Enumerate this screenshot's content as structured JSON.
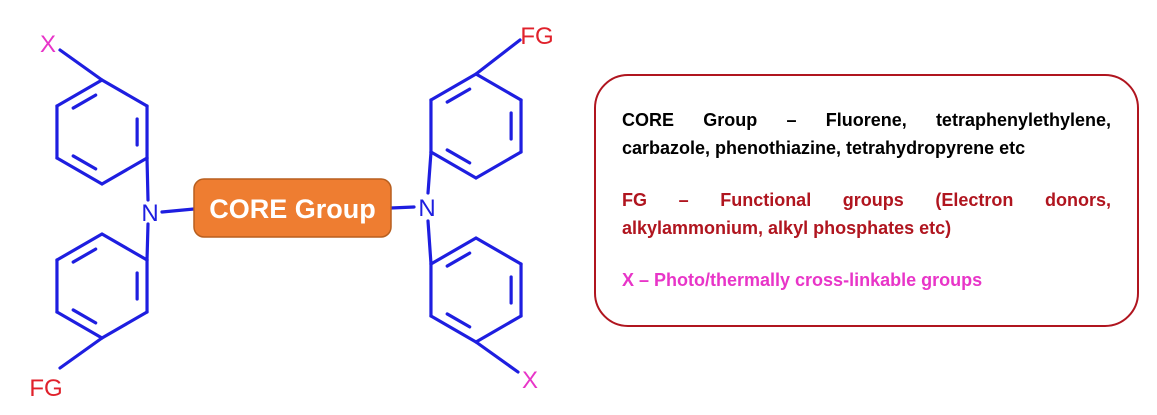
{
  "colors": {
    "bond": "#1e1ee0",
    "x_label": "#e835c8",
    "fg_label": "#e0212b",
    "core_fill": "#ee7d31",
    "core_stroke": "#b85f1f",
    "legend_border": "#b0151f",
    "legend_core_text": "#000000",
    "legend_fg_text": "#b0151f",
    "legend_x_text": "#e835c8"
  },
  "molecule": {
    "core_label": "CORE Group",
    "left_nitrogen": "N",
    "right_nitrogen": "N",
    "top_left_substituent": "X",
    "bottom_left_substituent": "FG",
    "top_right_substituent": "FG",
    "bottom_right_substituent": "X"
  },
  "legend": {
    "core": {
      "line1": "CORE Group – Fluorene, tetraphenylethylene,",
      "line2": "carbazole, phenothiazine, tetrahydropyrene etc"
    },
    "fg": {
      "line1": "FG – Functional groups (Electron donors,",
      "line2": "alkylammonium, alkyl phosphates etc)"
    },
    "x": {
      "line1": "X – Photo/thermally cross-linkable groups"
    }
  }
}
